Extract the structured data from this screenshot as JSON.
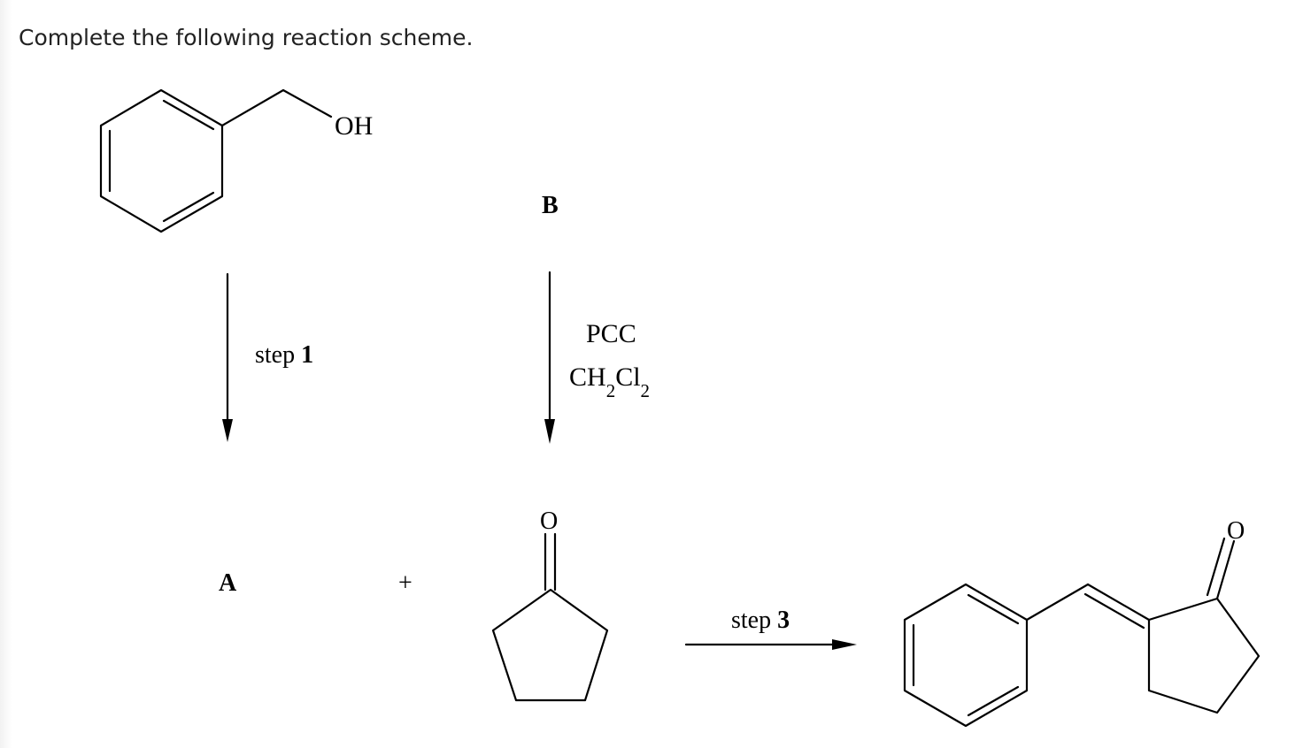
{
  "question": {
    "prompt": "Complete the following reaction scheme."
  },
  "scheme": {
    "labels": {
      "oh": "OH",
      "b": "B",
      "a": "A",
      "plus": "+",
      "carbonyl_o_cyclopentanone": "O",
      "carbonyl_o_product": "O"
    },
    "step1": {
      "word": "step",
      "number": "1"
    },
    "step2": {
      "reagent": "PCC",
      "solvent_ch": "CH",
      "solvent_sub1": "2",
      "solvent_cl": "Cl",
      "solvent_sub2": "2"
    },
    "step3": {
      "word": "step",
      "number": "3"
    }
  }
}
